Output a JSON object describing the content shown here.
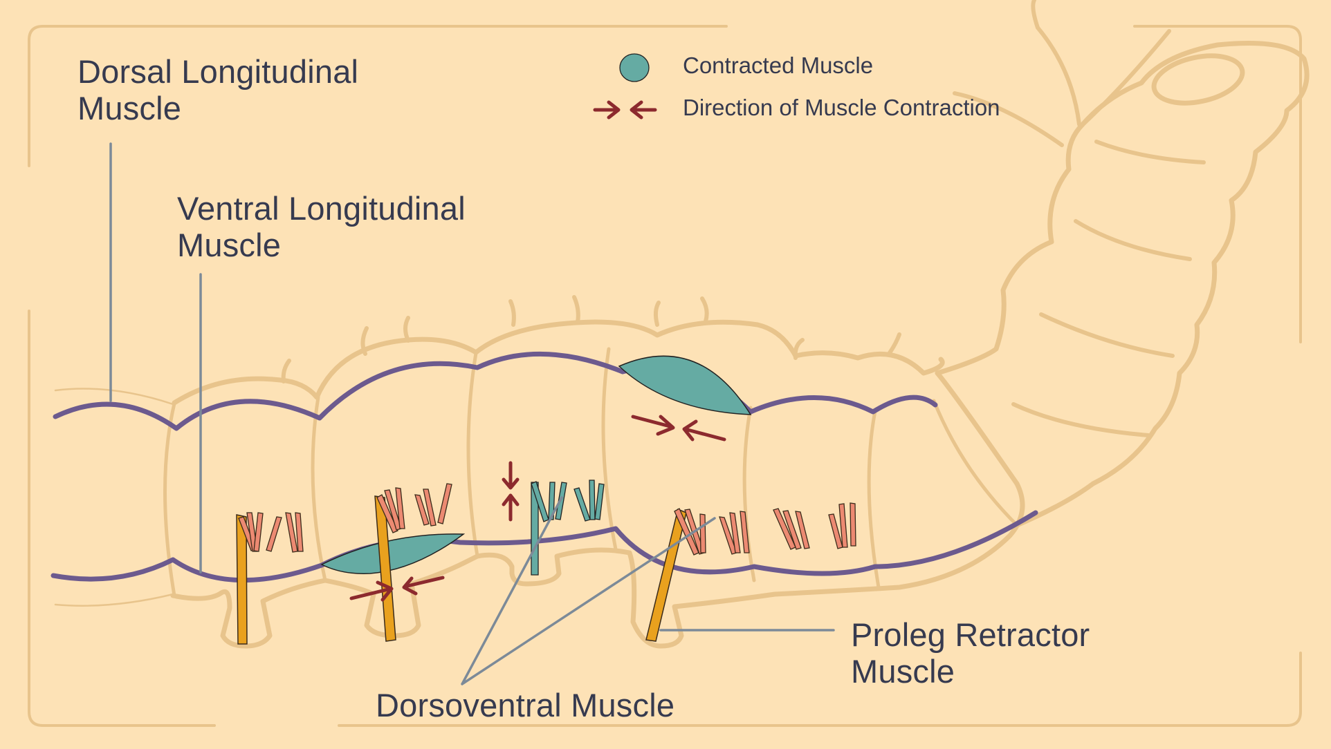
{
  "labels": {
    "dorsal_longitudinal": [
      "Dorsal Longitudinal",
      "Muscle"
    ],
    "ventral_longitudinal": [
      "Ventral Longitudinal",
      "Muscle"
    ],
    "dorsoventral": "Dorsoventral Muscle",
    "proleg_retractor": [
      "Proleg Retractor",
      "Muscle"
    ]
  },
  "legend": {
    "contracted": "Contracted Muscle",
    "direction": "Direction of Muscle Contraction"
  },
  "colors": {
    "background": "#fde2b6",
    "body_outline": "#e8c48c",
    "longitudinal_muscle": "#6c5a8e",
    "contracted_muscle": "#65aba3",
    "dorsoventral_muscle": "#ec8a72",
    "proleg_muscle": "#e9a11e",
    "arrow": "#8c2a2e",
    "leader_line": "#7c8a98",
    "text": "#363a4f"
  }
}
